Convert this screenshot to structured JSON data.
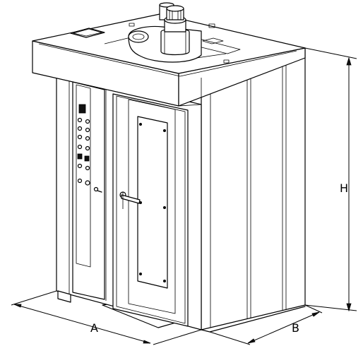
{
  "dimensions": {
    "width_label": "A",
    "depth_label": "B",
    "height_label": "H"
  }
}
